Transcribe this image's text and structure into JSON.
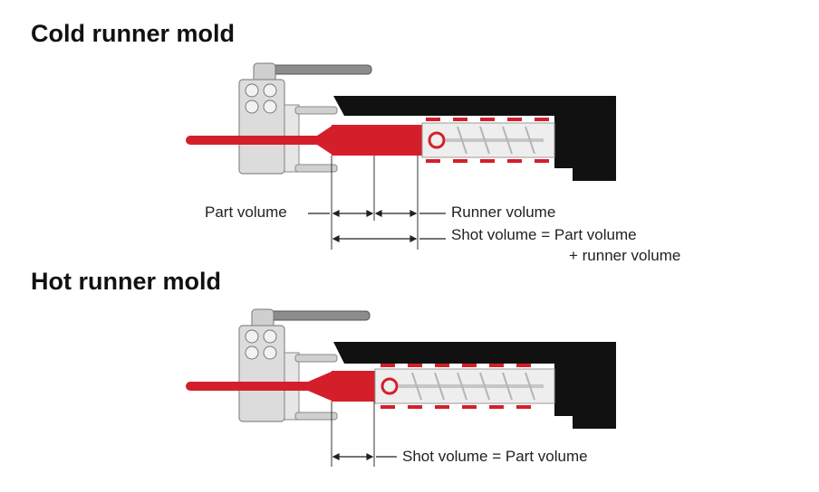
{
  "cold": {
    "title": "Cold runner mold",
    "label_part": "Part volume",
    "label_runner": "Runner volume",
    "label_shot_1": "Shot volume = Part volume",
    "label_shot_2": "+ runner volume"
  },
  "hot": {
    "title": "Hot runner mold",
    "label_shot": "Shot volume = Part volume"
  },
  "colors": {
    "melt": "#d41f2b",
    "barrel": "#111111",
    "metal": "#e4e4e4",
    "line": "#222222"
  }
}
